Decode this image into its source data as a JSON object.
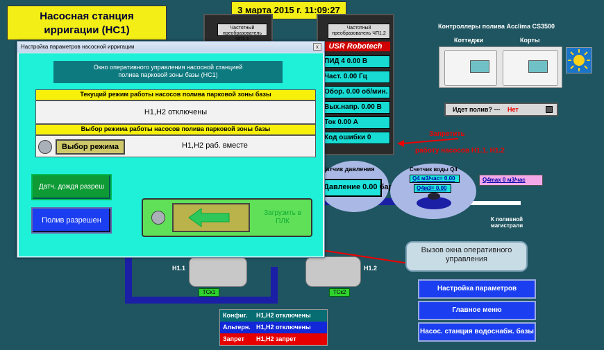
{
  "station_title": "Насосная станция\nирригации (НС1)",
  "datetime": "3 марта 2015 г. 11:09:27",
  "cabinet1": {
    "header": "Частотный преобразователь ЧП1.1"
  },
  "cabinet2": {
    "header": "Частотный преобразователь ЧП1.2",
    "brand": "USR Robotech",
    "rows": [
      "ПИД 4  0.00 В",
      "Част.  0.00 Гц",
      "Обор.  0.00 об/мин.",
      "Вых.напр.  0.00 В",
      "Ток  0.00 А",
      "Код ошибки  0"
    ]
  },
  "controllers": {
    "title": "Контроллеры полива Acclima CS3500",
    "left_label": "Коттеджи",
    "right_label": "Корты",
    "status_label": "Идет полив? ---",
    "status_value": "Нет"
  },
  "annotation": {
    "line1": "Запретить",
    "line2": "работу насосов Н1.1, Н1.2"
  },
  "pressure": {
    "label": "Датчик давления",
    "value": "Давление  0.00 бар"
  },
  "q4": {
    "title": "Счетчик воды Q4",
    "row1": "Q4 м3/час=   0.00",
    "row2": "Q4м3=   0.00",
    "max": "Q4max  0 м3/час"
  },
  "outlet_label": "К поливной\nмагистрали",
  "pump_labels": {
    "h11": "Н1.1",
    "h12": "Н1.2",
    "tck1": "ТСк1",
    "tck2": "ТСк2"
  },
  "status_table": [
    {
      "label": "Конфиг.",
      "value": "Н1,Н2 отключены",
      "color": "#086d73"
    },
    {
      "label": "Альтерн.",
      "value": "Н1,Н2 отключены",
      "color": "#1228d8"
    },
    {
      "label": "Запрет",
      "value": "Н1,Н2 запрет",
      "color": "#e60000"
    }
  ],
  "balloon": "Вызов окна оперативного\nуправления",
  "menu": {
    "params": "Настройка параметров",
    "main": "Главное меню",
    "water": "Насос. станция водоснабж. базы"
  },
  "dialog": {
    "title": "Настройка параметров насосной ирригации",
    "close": "x",
    "header": "Окно оперативного управления насосной станцией\nполива парковой зоны базы (НС1)",
    "current_mode_title": "Текущий режим работы насосов полива парковой зоны базы",
    "current_mode_value": "Н1,Н2 отключены",
    "select_mode_title": "Выбор режима работы насосов полива парковой зоны базы",
    "select_mode_button": "Выбор режима",
    "select_mode_value": "Н1,Н2 раб. вместе",
    "rain_button": "Датч. дождя разреш",
    "water_button": "Полив разрешен",
    "load_label": "Загрузить в\nПЛК"
  }
}
